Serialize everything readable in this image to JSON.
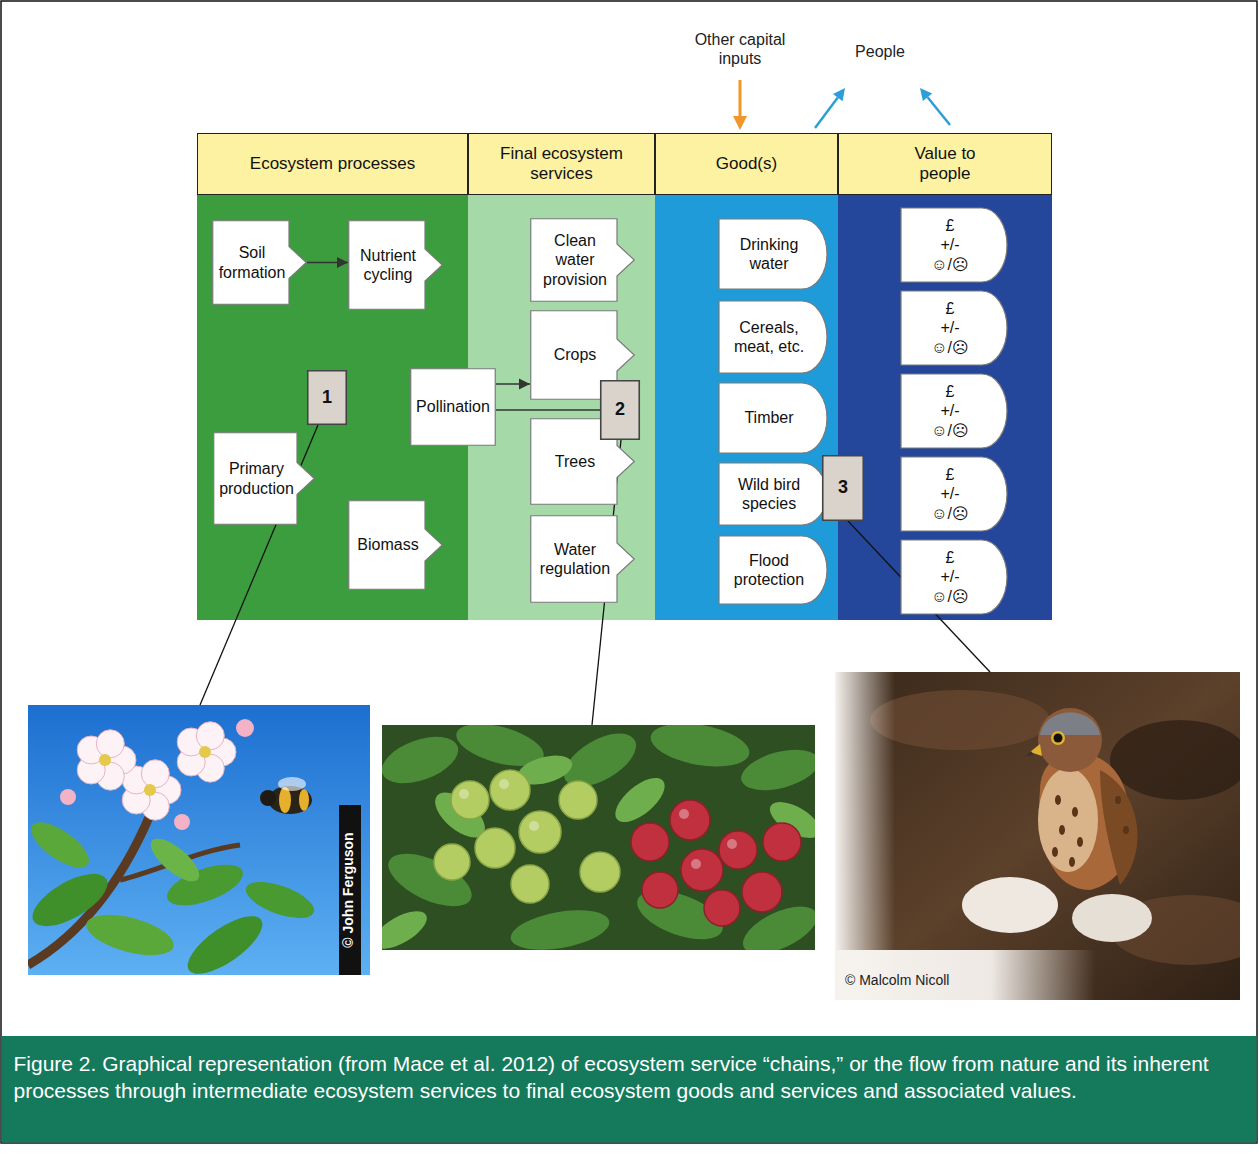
{
  "diagram": {
    "caption": "Figure 2. Graphical representation (from Mace et al. 2012) of ecosystem service “chains,” or the flow from nature and its inherent processes through intermediate ecosystem services to final ecosystem goods and services and associated values.",
    "nodes": [
      {
        "text": [
          "Ecosystem processes"
        ]
      },
      {
        "text": [
          "Soil formation"
        ],
        "in": 0
      },
      {
        "text": [
          "Nutrient cycling"
        ],
        "in": 0
      },
      {
        "text": [
          "1"
        ],
        "in": 0
      },
      {
        "text": [
          "Pollination"
        ],
        "in": 0
      },
      {
        "text": [
          "Primary production"
        ],
        "in": 0
      },
      {
        "text": [
          "Biomass"
        ],
        "in": 0
      },
      {
        "text": [
          "Final ecosystem services"
        ]
      },
      {
        "text": [
          "Clean water provision"
        ],
        "in": 7
      },
      {
        "text": [
          "Crops"
        ],
        "in": 7
      },
      {
        "text": [
          "2"
        ],
        "in": 7
      },
      {
        "text": [
          "Trees"
        ],
        "in": 7
      },
      {
        "text": [
          "Water regulation"
        ],
        "in": 7
      },
      {
        "text": [
          "Good(s)"
        ]
      },
      {
        "text": [
          "Drinking water"
        ],
        "in": 13
      },
      {
        "text": [
          "Cereals, meat, etc."
        ],
        "in": 13
      },
      {
        "text": [
          "Timber"
        ],
        "in": 13
      },
      {
        "text": [
          "Wild bird species"
        ],
        "in": 13
      },
      {
        "text": [
          "3"
        ],
        "in": 13
      },
      {
        "text": [
          "Flood protection"
        ],
        "in": 13
      },
      {
        "text": [
          "Value to people"
        ]
      },
      {
        "text": [
          "£",
          "+/-",
          "☺/☹"
        ],
        "in": 20
      },
      {
        "text": [
          "£",
          "+/-",
          "☺/☹"
        ],
        "in": 20
      },
      {
        "text": [
          "£",
          "+/-",
          "☺/☹"
        ],
        "in": 20
      },
      {
        "text": [
          "£",
          "+/-",
          "☺/☹"
        ],
        "in": 20
      },
      {
        "text": [
          "£",
          "+/-",
          "☺/☹"
        ],
        "in": 20
      }
    ],
    "edges": [
      {
        "from": 1,
        "to": 2,
        "arrow": "to"
      },
      {
        "from": 4,
        "to": 9,
        "arrow": "to"
      },
      {
        "from": 4,
        "to": 10,
        "arrow": "none"
      }
    ],
    "labels": [
      "Other capital inputs",
      "People",
      "© John Ferguson",
      "© Malcolm Nicoll"
    ]
  }
}
